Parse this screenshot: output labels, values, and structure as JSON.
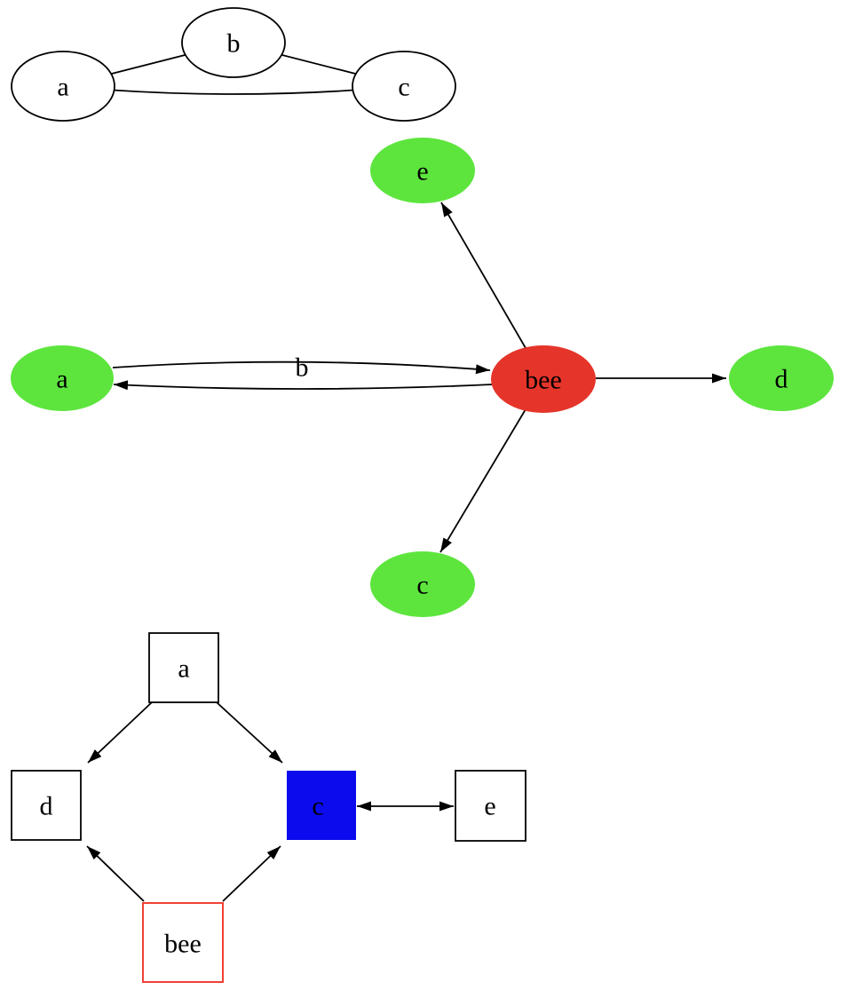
{
  "diagram": {
    "description": "Three graph drawings on a white canvas",
    "background": "#ffffff",
    "edge_color": "#000000",
    "text_color": "#000000"
  },
  "colors": {
    "white": "#ffffff",
    "green": "#5de53e",
    "red": "#e5352b",
    "blue": "#0b0bee",
    "red_outline": "#f04133"
  },
  "triangle_graph": {
    "type": "undirected",
    "nodes": {
      "a": "a",
      "b": "b",
      "c": "c"
    },
    "edges": [
      "a–b",
      "b–c",
      "a–c"
    ]
  },
  "star_graph": {
    "type": "directed",
    "nodes": {
      "a": "a",
      "bee": "bee",
      "c": "c",
      "d": "d",
      "e": "e"
    },
    "edge_label": "b",
    "edges": [
      "bee→e",
      "a→bee (label b)",
      "bee→a",
      "bee→d",
      "bee→c"
    ]
  },
  "square_graph": {
    "type": "directed",
    "nodes": {
      "a": "a",
      "bee": "bee",
      "c": "c",
      "d": "d",
      "e": "e"
    },
    "edges": [
      "a→d",
      "a→c",
      "bee→d",
      "bee→c",
      "c↔e"
    ]
  }
}
